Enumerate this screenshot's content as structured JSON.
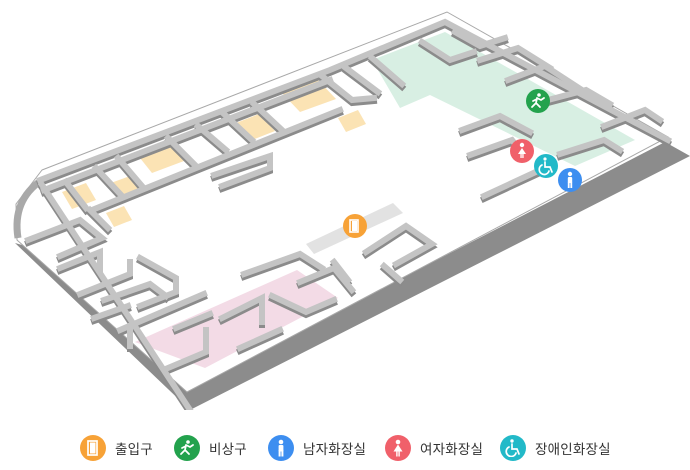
{
  "floor_plan": {
    "zones": {
      "entrance_walkway": "#e2e2e2",
      "restroom_area": "#d8efe3",
      "orange_rooms": "#fbe3b4",
      "pink_area": "#f3dbe6",
      "wall_top": "#c2c2c2",
      "wall_side": "#8c8c8c"
    }
  },
  "legend": {
    "items": [
      {
        "key": "entrance",
        "label": "출입구",
        "icon": "door-icon",
        "color": "#f7a237"
      },
      {
        "key": "emergency_exit",
        "label": "비상구",
        "icon": "running-person-icon",
        "color": "#23a24d"
      },
      {
        "key": "mens_restroom",
        "label": "남자화장실",
        "icon": "male-icon",
        "color": "#3d8ef0"
      },
      {
        "key": "womens_restroom",
        "label": "여자화장실",
        "icon": "female-icon",
        "color": "#f0606a"
      },
      {
        "key": "accessible_restroom",
        "label": "장애인화장실",
        "icon": "wheelchair-icon",
        "color": "#22b9c8"
      }
    ]
  }
}
